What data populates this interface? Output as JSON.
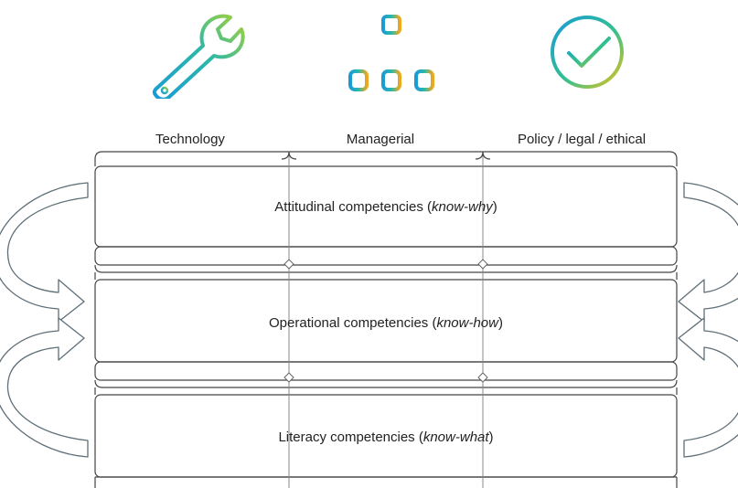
{
  "columns": [
    {
      "label": "Technology",
      "icon": "wrench-icon"
    },
    {
      "label": "Managerial",
      "icon": "org-chart-icon"
    },
    {
      "label": "Policy  / legal / ethical",
      "icon": "check-circle-icon"
    }
  ],
  "rows": [
    {
      "label": "Attitudinal competencies (",
      "emphasis": "know-why",
      "suffix": ")"
    },
    {
      "label": "Operational competencies (",
      "emphasis": "know-how",
      "suffix": ")"
    },
    {
      "label": "Literacy competencies (",
      "emphasis": "know-what",
      "suffix": ")"
    }
  ],
  "colors": {
    "gradient_start": "#1a9bd7",
    "gradient_mid": "#2bb8a8",
    "gradient_end": "#e8c21a",
    "outline": "#444444",
    "arrow": "#5f6f78"
  }
}
